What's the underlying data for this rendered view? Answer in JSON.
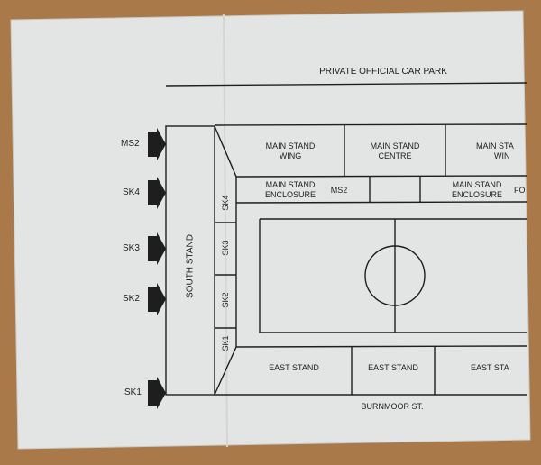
{
  "ticket": {
    "car_park_label": "PRIVATE OFFICIAL CAR PARK",
    "street_label": "BURNMOOR ST.",
    "south_stand_label": "SOUTH STAND",
    "gates": [
      "MS2",
      "SK4",
      "SK3",
      "SK2",
      "SK1"
    ],
    "inner_sections": [
      "SK4",
      "SK3",
      "SK2",
      "SK1"
    ],
    "main_stand_wing_left": [
      "MAIN STAND",
      "WING"
    ],
    "main_stand_centre": [
      "MAIN STAND",
      "CENTRE"
    ],
    "main_stand_wing_right": [
      "MAIN STA",
      "WIN"
    ],
    "enclosure_left": [
      "MAIN STAND",
      "ENCLOSURE"
    ],
    "enclosure_left_gate": "MS2",
    "enclosure_right": [
      "MAIN STAND",
      "ENCLOSURE"
    ],
    "enclosure_right_gate": "FO",
    "east_stands": [
      "EAST STAND",
      "EAST STAND",
      "EAST STA"
    ]
  },
  "colors": {
    "paper": "#e3e5e4",
    "ink": "#1e1e1e",
    "table": "#a9794a"
  }
}
